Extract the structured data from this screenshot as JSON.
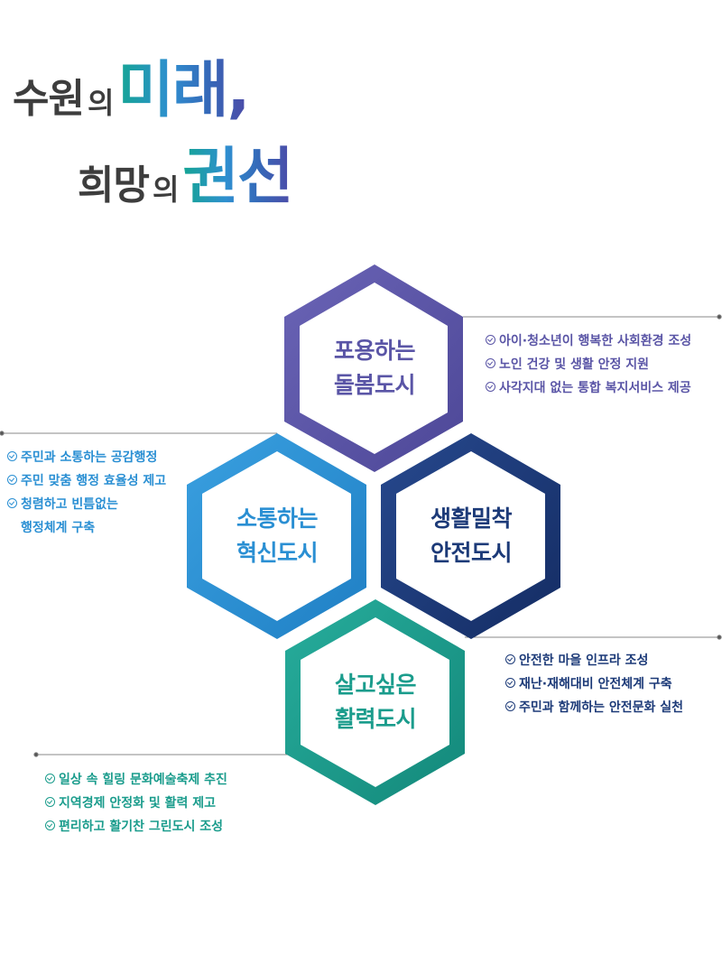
{
  "title": {
    "line1": {
      "part1": "수원",
      "part2": "의",
      "part3": "미래,"
    },
    "line2": {
      "part1": "희망",
      "part2": "의",
      "part3": "권선"
    }
  },
  "hexagons": [
    {
      "id": "purple",
      "line1": "포용하는",
      "line2": "돌봄도시",
      "color": "#5a55a6"
    },
    {
      "id": "blue",
      "line1": "소통하는",
      "line2": "혁신도시",
      "color": "#2a8fd3"
    },
    {
      "id": "navy",
      "line1": "생활밀착",
      "line2": "안전도시",
      "color": "#1c3a78"
    },
    {
      "id": "teal",
      "line1": "살고싶은",
      "line2": "활력도시",
      "color": "#1a9c8c"
    }
  ],
  "lists": {
    "purple": [
      "아이·청소년이 행복한 사회환경 조성",
      "노인 건강 및 생활 안정 지원",
      "사각지대 없는 통합 복지서비스 제공"
    ],
    "blue": [
      "주민과 소통하는 공감행정",
      "주민 맞춤 행정 효율성 제고",
      "청렴하고 빈틈없는\n행정체계 구축"
    ],
    "navy": [
      "안전한 마을 인프라 조성",
      "재난·재해대비 안전체계 구축",
      "주민과 함께하는 안전문화 실천"
    ],
    "teal": [
      "일상 속 힐링 문화예술축제 추진",
      "지역경제 안정화 및 활력 제고",
      "편리하고 활기찬 그린도시 조성"
    ]
  }
}
